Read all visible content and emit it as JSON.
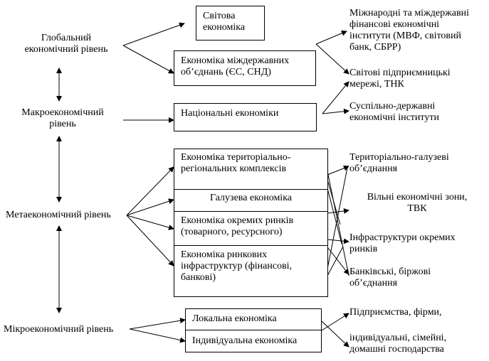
{
  "levels": {
    "global": "Глобальний\nекономічний рівень",
    "macro": "Макроекономічний\nрівень",
    "meta": "Метаекономічний рівень",
    "micro": "Мікроекономічний рівень"
  },
  "boxes": {
    "world_economy": "Світова\nекономіка",
    "interstate": "Економіка міждержавних\nоб’єднань (ЄС, СНД)",
    "national": "Національні економіки",
    "territorial": "Економіка територіально-\nрегіональних комплексів",
    "sectoral": "Галузева економіка",
    "markets": "Економіка окремих ринків\n(товарного, ресурсного)",
    "infrastructure": "Економіка ринкових\nінфраструктур (фінансові,\nбанкові)",
    "local": "Локальна економіка",
    "individual": "Індивідуальна економіка"
  },
  "right_labels": {
    "intl_finance": "Міжнародні та міждержавні\nфінансові економічні\nінститути (МВФ, світовий\nбанк, СБРР)",
    "world_business": "Світові підприємницькі\nмережі, ТНК",
    "public_state": "Суспільно-державні\nекономічні інститути",
    "terr_sector": "Територіально-галузеві\nоб’єднання",
    "free_zones": "Вільні економічні зони,\nТВК",
    "infra_markets": "Інфраструктури окремих\nринків",
    "bank_exchange": "Банківські, біржові\nоб’єднання",
    "enterprises": "Підприємства, фірми,",
    "households": "індивідуальні, сімейні,\nдомашні господарства"
  }
}
